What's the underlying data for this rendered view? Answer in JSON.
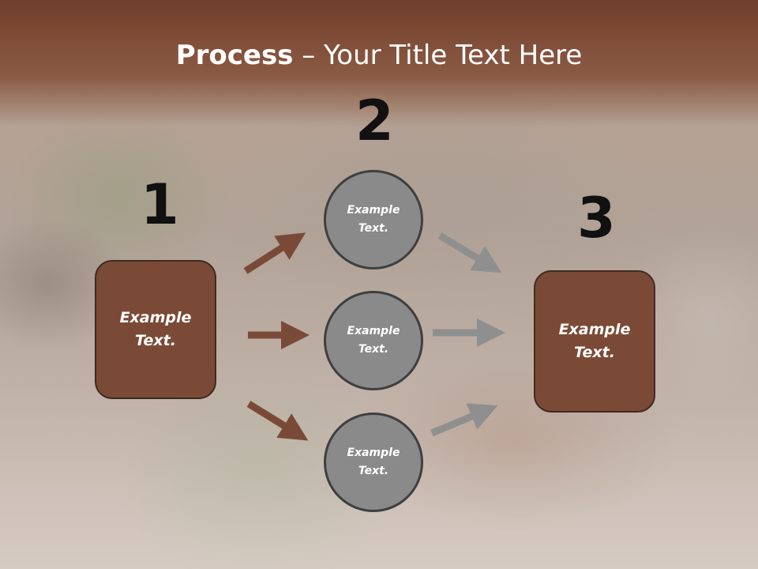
{
  "title": {
    "bold": "Process",
    "rest": " – Your Title Text Here"
  },
  "steps": {
    "one": "1",
    "two": "2",
    "three": "3"
  },
  "left_box": "Example\nText.",
  "right_box": "Example\nText.",
  "circles": [
    "Example\nText.",
    "Example\nText.",
    "Example\nText."
  ],
  "colors": {
    "box": "#7b4a36",
    "circle": "#8a8a8a",
    "arrow_brown": "#7a4a38",
    "arrow_gray": "#8f8f8f",
    "header": "#7d4a35"
  }
}
